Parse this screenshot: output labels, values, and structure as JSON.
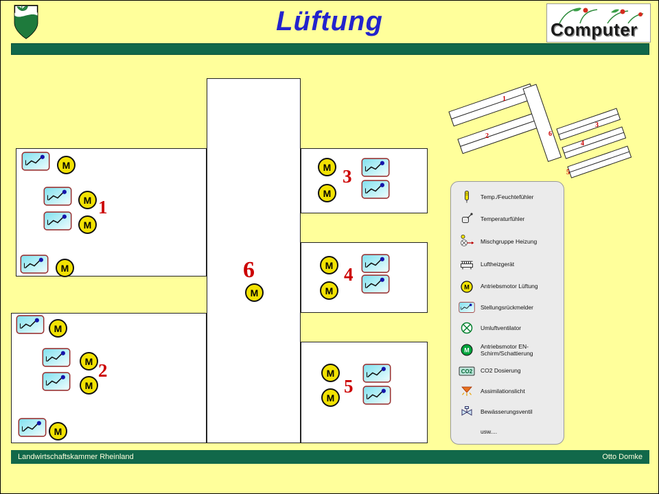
{
  "title": "Lüftung",
  "logo": {
    "text": "Computer"
  },
  "motor_label": "M",
  "rooms": {
    "r1": "1",
    "r2": "2",
    "r3": "3",
    "r4": "4",
    "r5": "5",
    "r6": "6"
  },
  "overview": {
    "labels": [
      "1",
      "2",
      "3",
      "4",
      "5",
      "6"
    ]
  },
  "legend": {
    "co2_text": "CO2",
    "items": [
      {
        "icon": "temp-humidity-sensor-icon",
        "label": "Temp./Feuchtefühler"
      },
      {
        "icon": "temperature-sensor-icon",
        "label": "Temperaturfühler"
      },
      {
        "icon": "heating-mix-group-icon",
        "label": "Mischgruppe Heizung"
      },
      {
        "icon": "air-heater-icon",
        "label": "Luftheizgerät"
      },
      {
        "icon": "vent-motor-icon",
        "label": "Antriebsmotor Lüftung"
      },
      {
        "icon": "position-feedback-icon",
        "label": "Stellungsrückmelder"
      },
      {
        "icon": "circulation-fan-icon",
        "label": "Umluftventilator"
      },
      {
        "icon": "screen-motor-icon",
        "label": "Antriebsmotor EN-Schirm/Schattierung"
      },
      {
        "icon": "co2-dosing-icon",
        "label": "CO2 Dosierung"
      },
      {
        "icon": "assimilation-light-icon",
        "label": "Assimilationslicht"
      },
      {
        "icon": "irrigation-valve-icon",
        "label": "Bewässerungsventil"
      },
      {
        "icon": "",
        "label": "usw...."
      }
    ]
  },
  "footer": {
    "left": "Landwirtschaftskammer Rheinland",
    "right": "Otto Domke"
  }
}
